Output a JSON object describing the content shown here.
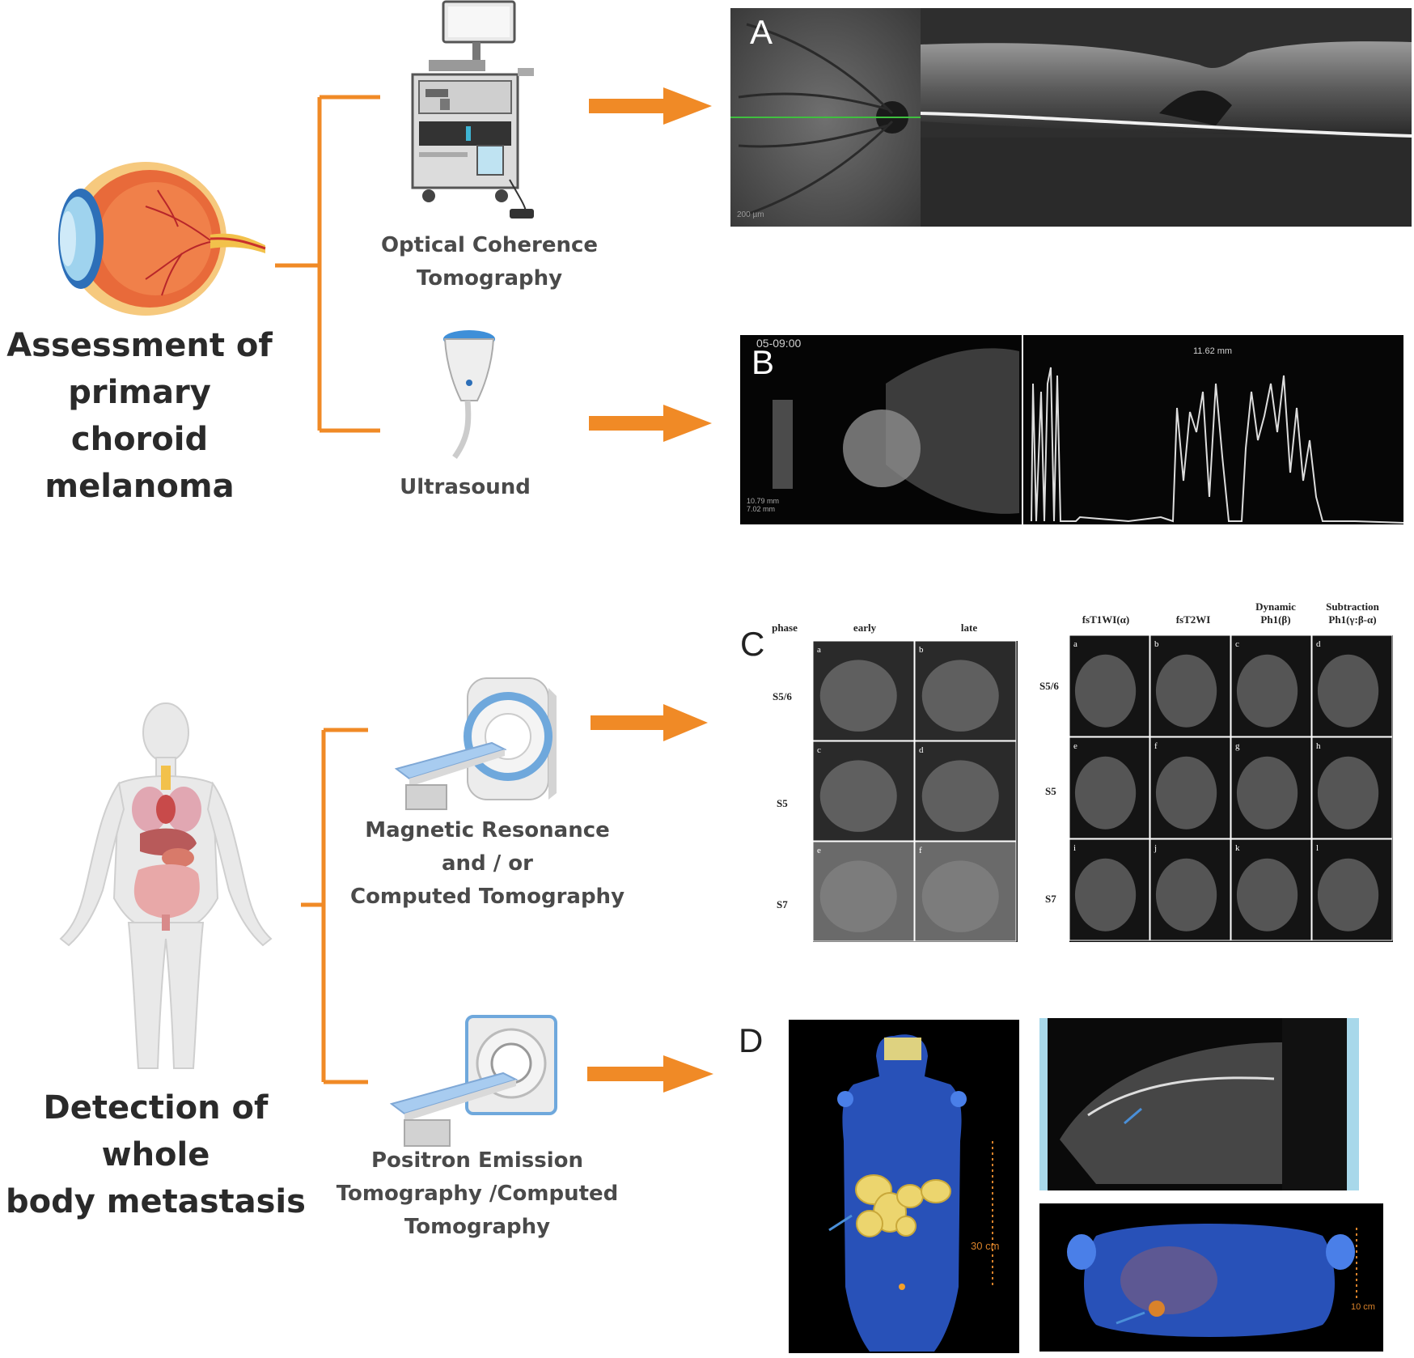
{
  "sections": {
    "eye": {
      "title_lines": [
        "Assessment of",
        "primary choroid",
        "melanoma"
      ]
    },
    "body": {
      "title_lines": [
        "Detection of whole",
        "body metastasis"
      ]
    }
  },
  "modalities": {
    "oct": {
      "lines": [
        "Optical Coherence",
        "Tomography"
      ]
    },
    "us": {
      "lines": [
        "Ultrasound"
      ]
    },
    "mrct": {
      "lines": [
        "Magnetic Resonance",
        "and / or",
        "Computed Tomography"
      ]
    },
    "petct": {
      "lines": [
        "Positron Emission",
        "Tomography /Computed",
        "Tomography"
      ]
    }
  },
  "panels": {
    "A": {
      "letter": "A",
      "scale": "200 µm"
    },
    "B": {
      "letter": "B",
      "header": "05-09:00",
      "measure": "11.62 mm",
      "footer_lines": [
        "10.79 mm",
        "7.02 mm"
      ]
    },
    "C": {
      "letter": "C",
      "ct_headers": [
        "phase",
        "early",
        "late"
      ],
      "mr_headers": [
        [
          "fsT1WI(α)"
        ],
        [
          "fsT2WI"
        ],
        [
          "Dynamic",
          "Ph1(β)"
        ],
        [
          "Subtraction",
          "Ph1(γ:β-α)"
        ]
      ],
      "row_labels": [
        "S5/6",
        "S5",
        "S7"
      ],
      "ct_letters": [
        "a",
        "b",
        "c",
        "d",
        "e",
        "f"
      ],
      "mr_letters": [
        "a",
        "b",
        "c",
        "d",
        "e",
        "f",
        "g",
        "h",
        "i",
        "j",
        "k",
        "l"
      ]
    },
    "D": {
      "letter": "D",
      "scale_main": "30 cm",
      "scale_axial": "10 cm"
    }
  },
  "colors": {
    "orange": "#f08a26",
    "label_gray": "#4a4a4a",
    "pet_blue": "#2f5fd8",
    "uptake_yellow": "#f2e07a",
    "arrow_blue": "#4a8fd8"
  },
  "icons": [
    "eye-icon",
    "oct-device-icon",
    "ultrasound-probe-icon",
    "human-body-icon",
    "mri-scanner-icon",
    "pet-ct-scanner-icon"
  ]
}
